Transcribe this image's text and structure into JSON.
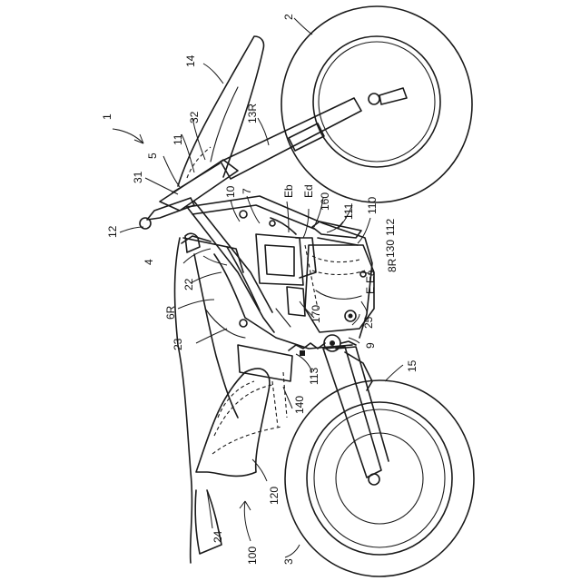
{
  "labels": {
    "l1": "1",
    "l2": "2",
    "l3": "3",
    "l4": "4",
    "l5": "5",
    "l6R": "6R",
    "l7": "7",
    "l8R": "8R",
    "l9": "9",
    "l10": "10",
    "l11": "11",
    "l12": "12",
    "l13R": "13R",
    "l14": "14",
    "l15": "15",
    "l22": "22",
    "l23": "23",
    "l24": "24",
    "l25": "25",
    "l31": "31",
    "l32": "32",
    "l100": "100",
    "l110": "110",
    "l111": "111",
    "l112": "112",
    "l113": "113",
    "l120": "120",
    "l130": "130",
    "l140": "140",
    "l160": "160",
    "l170": "170",
    "lE": "E",
    "lEa": "Ea",
    "lEb": "Eb",
    "lEd": "Ed"
  }
}
